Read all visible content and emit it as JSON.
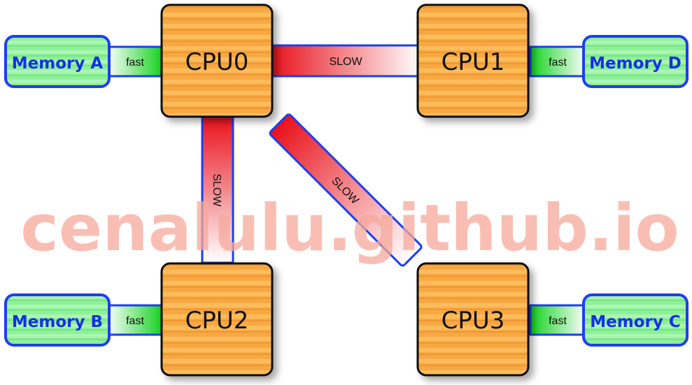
{
  "diagram": {
    "cpus": [
      {
        "id": "cpu0",
        "label": "CPU0"
      },
      {
        "id": "cpu1",
        "label": "CPU1"
      },
      {
        "id": "cpu2",
        "label": "CPU2"
      },
      {
        "id": "cpu3",
        "label": "CPU3"
      }
    ],
    "memories": [
      {
        "id": "mem-a",
        "label": "Memory A",
        "cpu": "cpu0"
      },
      {
        "id": "mem-b",
        "label": "Memory B",
        "cpu": "cpu2"
      },
      {
        "id": "mem-c",
        "label": "Memory C",
        "cpu": "cpu3"
      },
      {
        "id": "mem-d",
        "label": "Memory D",
        "cpu": "cpu1"
      }
    ],
    "fast_links": [
      {
        "from": "mem-a",
        "to": "cpu0",
        "label": "fast"
      },
      {
        "from": "mem-b",
        "to": "cpu2",
        "label": "fast"
      },
      {
        "from": "mem-c",
        "to": "cpu3",
        "label": "fast"
      },
      {
        "from": "mem-d",
        "to": "cpu1",
        "label": "fast"
      }
    ],
    "slow_links": [
      {
        "from": "cpu0",
        "to": "cpu1",
        "label": "SLOW"
      },
      {
        "from": "cpu0",
        "to": "cpu2",
        "label": "SLOW"
      },
      {
        "from": "cpu0",
        "to": "cpu3",
        "label": "SLOW"
      }
    ],
    "watermark": "cenalulu.github.io",
    "colors": {
      "cpu_fill": "#f8a842",
      "cpu_stripe": "#ffc266",
      "memory_fill": "#8ff09a",
      "memory_border": "#1d3ef0",
      "memory_text": "#1430e6",
      "slow_red": "#e8101a",
      "fast_green": "#12d21c",
      "link_border": "#1d3ef0",
      "watermark": "#f6a99b"
    }
  }
}
